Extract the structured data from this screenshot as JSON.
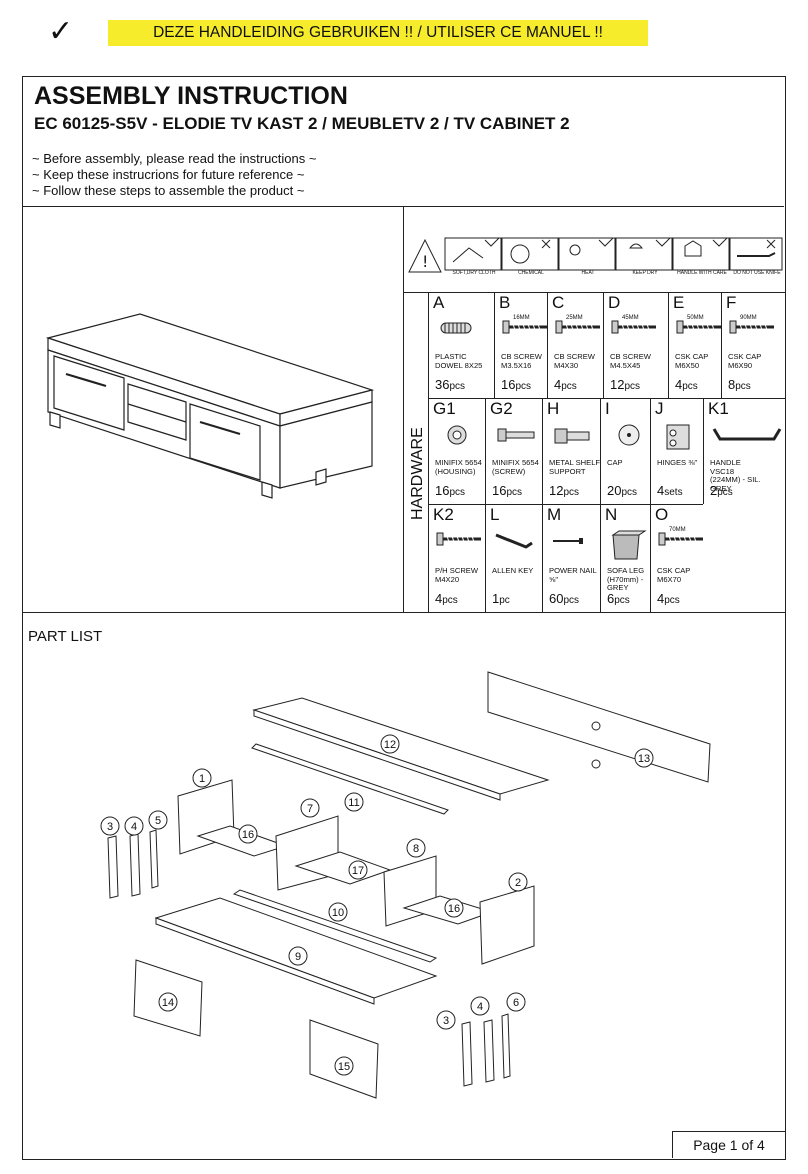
{
  "banner": "DEZE HANDLEIDING GEBRUIKEN !! /  UTILISER CE MANUEL !!",
  "title": "ASSEMBLY INSTRUCTION",
  "subtitle": "EC 60125-S5V - ELODIE TV KAST 2 / MEUBLETV 2 / TV CABINET 2",
  "notes": [
    "~ Before assembly, please read the instructions ~",
    "~ Keep these instrucrions for future reference ~",
    "~ Follow these steps to assemble the product ~"
  ],
  "care_labels": [
    "SOFT,DRY CLOTH",
    "CHEMICAL",
    "HEAT",
    "KEEP DRY",
    "HANDLE WITH CARE",
    "DO NOT USE KNIFE"
  ],
  "hardware_label": "HARDWARE",
  "hardware": [
    {
      "letter": "A",
      "name": "PLASTIC DOWEL 8X25",
      "qty": "36",
      "icon": "dowel-icon"
    },
    {
      "letter": "B",
      "name": "CB SCREW M3.5X16",
      "qty": "16",
      "dim": "16MM",
      "icon": "screw-icon"
    },
    {
      "letter": "C",
      "name": "CB SCREW M4X30",
      "qty": "4",
      "dim": "25MM",
      "icon": "screw-icon"
    },
    {
      "letter": "D",
      "name": "CB SCREW M4.5X45",
      "qty": "12",
      "dim": "45MM",
      "icon": "screw-icon"
    },
    {
      "letter": "E",
      "name": "CSK CAP M6X50",
      "qty": "4",
      "dim": "50MM",
      "icon": "screw-icon"
    },
    {
      "letter": "F",
      "name": "CSK CAP M6X90",
      "qty": "8",
      "dim": "90MM",
      "icon": "screw-icon"
    },
    {
      "letter": "G1",
      "name": "MINIFIX 5654 (HOUSING)",
      "qty": "16",
      "icon": "minifix-housing-icon"
    },
    {
      "letter": "G2",
      "name": "MINIFIX 5654 (SCREW)",
      "qty": "16",
      "icon": "minifix-screw-icon"
    },
    {
      "letter": "H",
      "name": "METAL SHELF SUPPORT",
      "qty": "12",
      "icon": "shelf-support-icon"
    },
    {
      "letter": "I",
      "name": "CAP",
      "qty": "20",
      "icon": "cap-icon"
    },
    {
      "letter": "J",
      "name": "HINGES ⅜\"",
      "qty": "4",
      "unit": "sets",
      "icon": "hinge-icon"
    },
    {
      "letter": "K1",
      "name": "HANDLE VSC18 (224MM) - SIL. GREY",
      "qty": "2",
      "icon": "handle-icon"
    },
    {
      "letter": "K2",
      "name": "P/H SCREW M4X20",
      "qty": "4",
      "icon": "screw-icon"
    },
    {
      "letter": "L",
      "name": "ALLEN KEY",
      "qty": "1",
      "unit": "pc",
      "icon": "allen-key-icon"
    },
    {
      "letter": "M",
      "name": "POWER NAIL ⅝\"",
      "qty": "60",
      "icon": "nail-icon"
    },
    {
      "letter": "N",
      "name": "SOFA LEG (H70mm) - GREY",
      "qty": "6",
      "icon": "sofa-leg-icon"
    },
    {
      "letter": "O",
      "name": "CSK CAP M6X70",
      "qty": "4",
      "dim": "70MM",
      "icon": "screw-icon"
    }
  ],
  "default_unit": "pcs",
  "part_list_label": "PART LIST",
  "parts": [
    "1",
    "2",
    "3",
    "4",
    "5",
    "6",
    "7",
    "8",
    "9",
    "10",
    "11",
    "12",
    "13",
    "14",
    "15",
    "16",
    "17",
    "16",
    "3",
    "4"
  ],
  "page_label": "Page 1 of 4"
}
